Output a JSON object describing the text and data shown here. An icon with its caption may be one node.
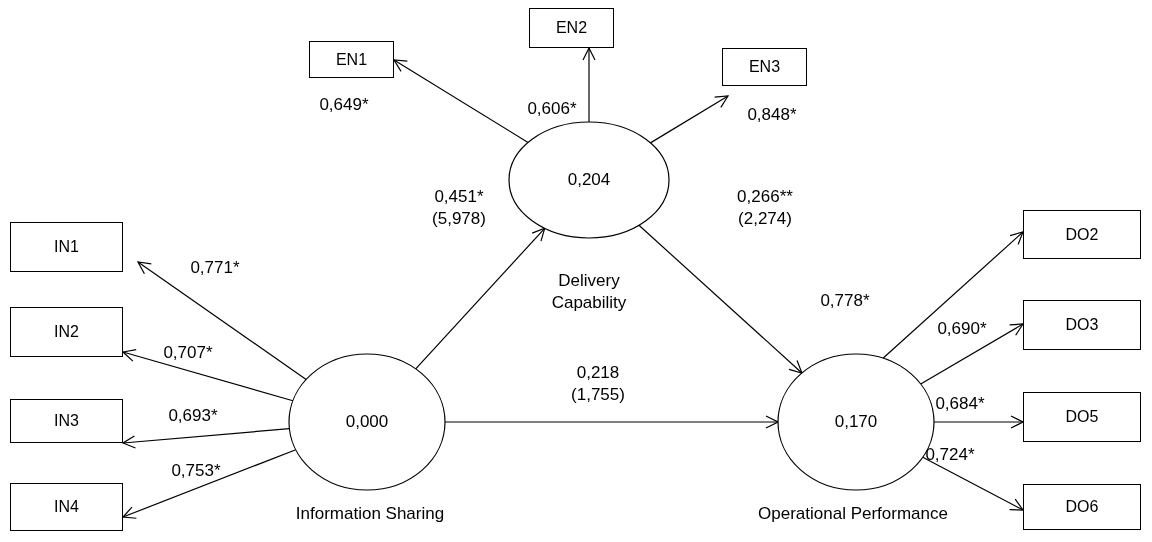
{
  "diagram": {
    "nodes": [
      {
        "text": [
          "0,204",
          "Delivery Capability"
        ]
      },
      {
        "text": [
          "0,000",
          "Information Sharing"
        ]
      },
      {
        "text": [
          "0,170",
          "Operational Performance"
        ]
      },
      {
        "text": [
          "EN1"
        ]
      },
      {
        "text": [
          "EN2"
        ]
      },
      {
        "text": [
          "EN3"
        ]
      },
      {
        "text": [
          "IN1"
        ]
      },
      {
        "text": [
          "IN2"
        ]
      },
      {
        "text": [
          "IN3"
        ]
      },
      {
        "text": [
          "IN4"
        ]
      },
      {
        "text": [
          "DO2"
        ]
      },
      {
        "text": [
          "DO3"
        ]
      },
      {
        "text": [
          "DO5"
        ]
      },
      {
        "text": [
          "DO6"
        ]
      }
    ],
    "edges": [
      {
        "from": 0,
        "to": 3,
        "arrow": "to",
        "label": "0,649*"
      },
      {
        "from": 0,
        "to": 4,
        "arrow": "to",
        "label": "0,606*"
      },
      {
        "from": 0,
        "to": 5,
        "arrow": "to",
        "label": "0,848*"
      },
      {
        "from": 1,
        "to": 0,
        "arrow": "to",
        "label": "0,451* (5,978)"
      },
      {
        "from": 0,
        "to": 2,
        "arrow": "to",
        "label": "0,266** (2,274)"
      },
      {
        "from": 1,
        "to": 6,
        "arrow": "to",
        "label": "0,771*"
      },
      {
        "from": 1,
        "to": 7,
        "arrow": "to",
        "label": "0,707*"
      },
      {
        "from": 1,
        "to": 8,
        "arrow": "to",
        "label": "0,693*"
      },
      {
        "from": 1,
        "to": 9,
        "arrow": "to",
        "label": "0,753*"
      },
      {
        "from": 1,
        "to": 2,
        "arrow": "to",
        "label": "0,218 (1,755)"
      },
      {
        "from": 2,
        "to": 10,
        "arrow": "to",
        "label": "0,778*"
      },
      {
        "from": 2,
        "to": 11,
        "arrow": "to",
        "label": "0,690*"
      },
      {
        "from": 2,
        "to": 12,
        "arrow": "to",
        "label": "0,684*"
      },
      {
        "from": 2,
        "to": 13,
        "arrow": "to",
        "label": "0,724*"
      }
    ]
  }
}
